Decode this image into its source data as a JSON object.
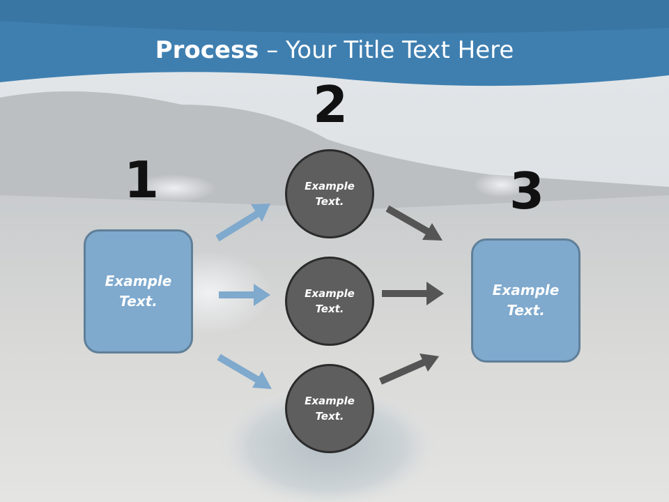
{
  "title": {
    "strong": "Process",
    "rest": " – Your Title Text Here"
  },
  "steps": {
    "one": "1",
    "two": "2",
    "three": "3"
  },
  "left_box": {
    "label": "Example\nText."
  },
  "right_box": {
    "label": "Example\nText."
  },
  "circles": [
    {
      "label": "Example\nText."
    },
    {
      "label": "Example\nText."
    },
    {
      "label": "Example\nText."
    }
  ],
  "colors": {
    "header_blue": "#3f7fb0",
    "box_blue": "#7fa9cd",
    "arrow_blue": "#7fa9cd",
    "circle_gray": "#5e5e5e",
    "arrow_gray": "#555555"
  }
}
